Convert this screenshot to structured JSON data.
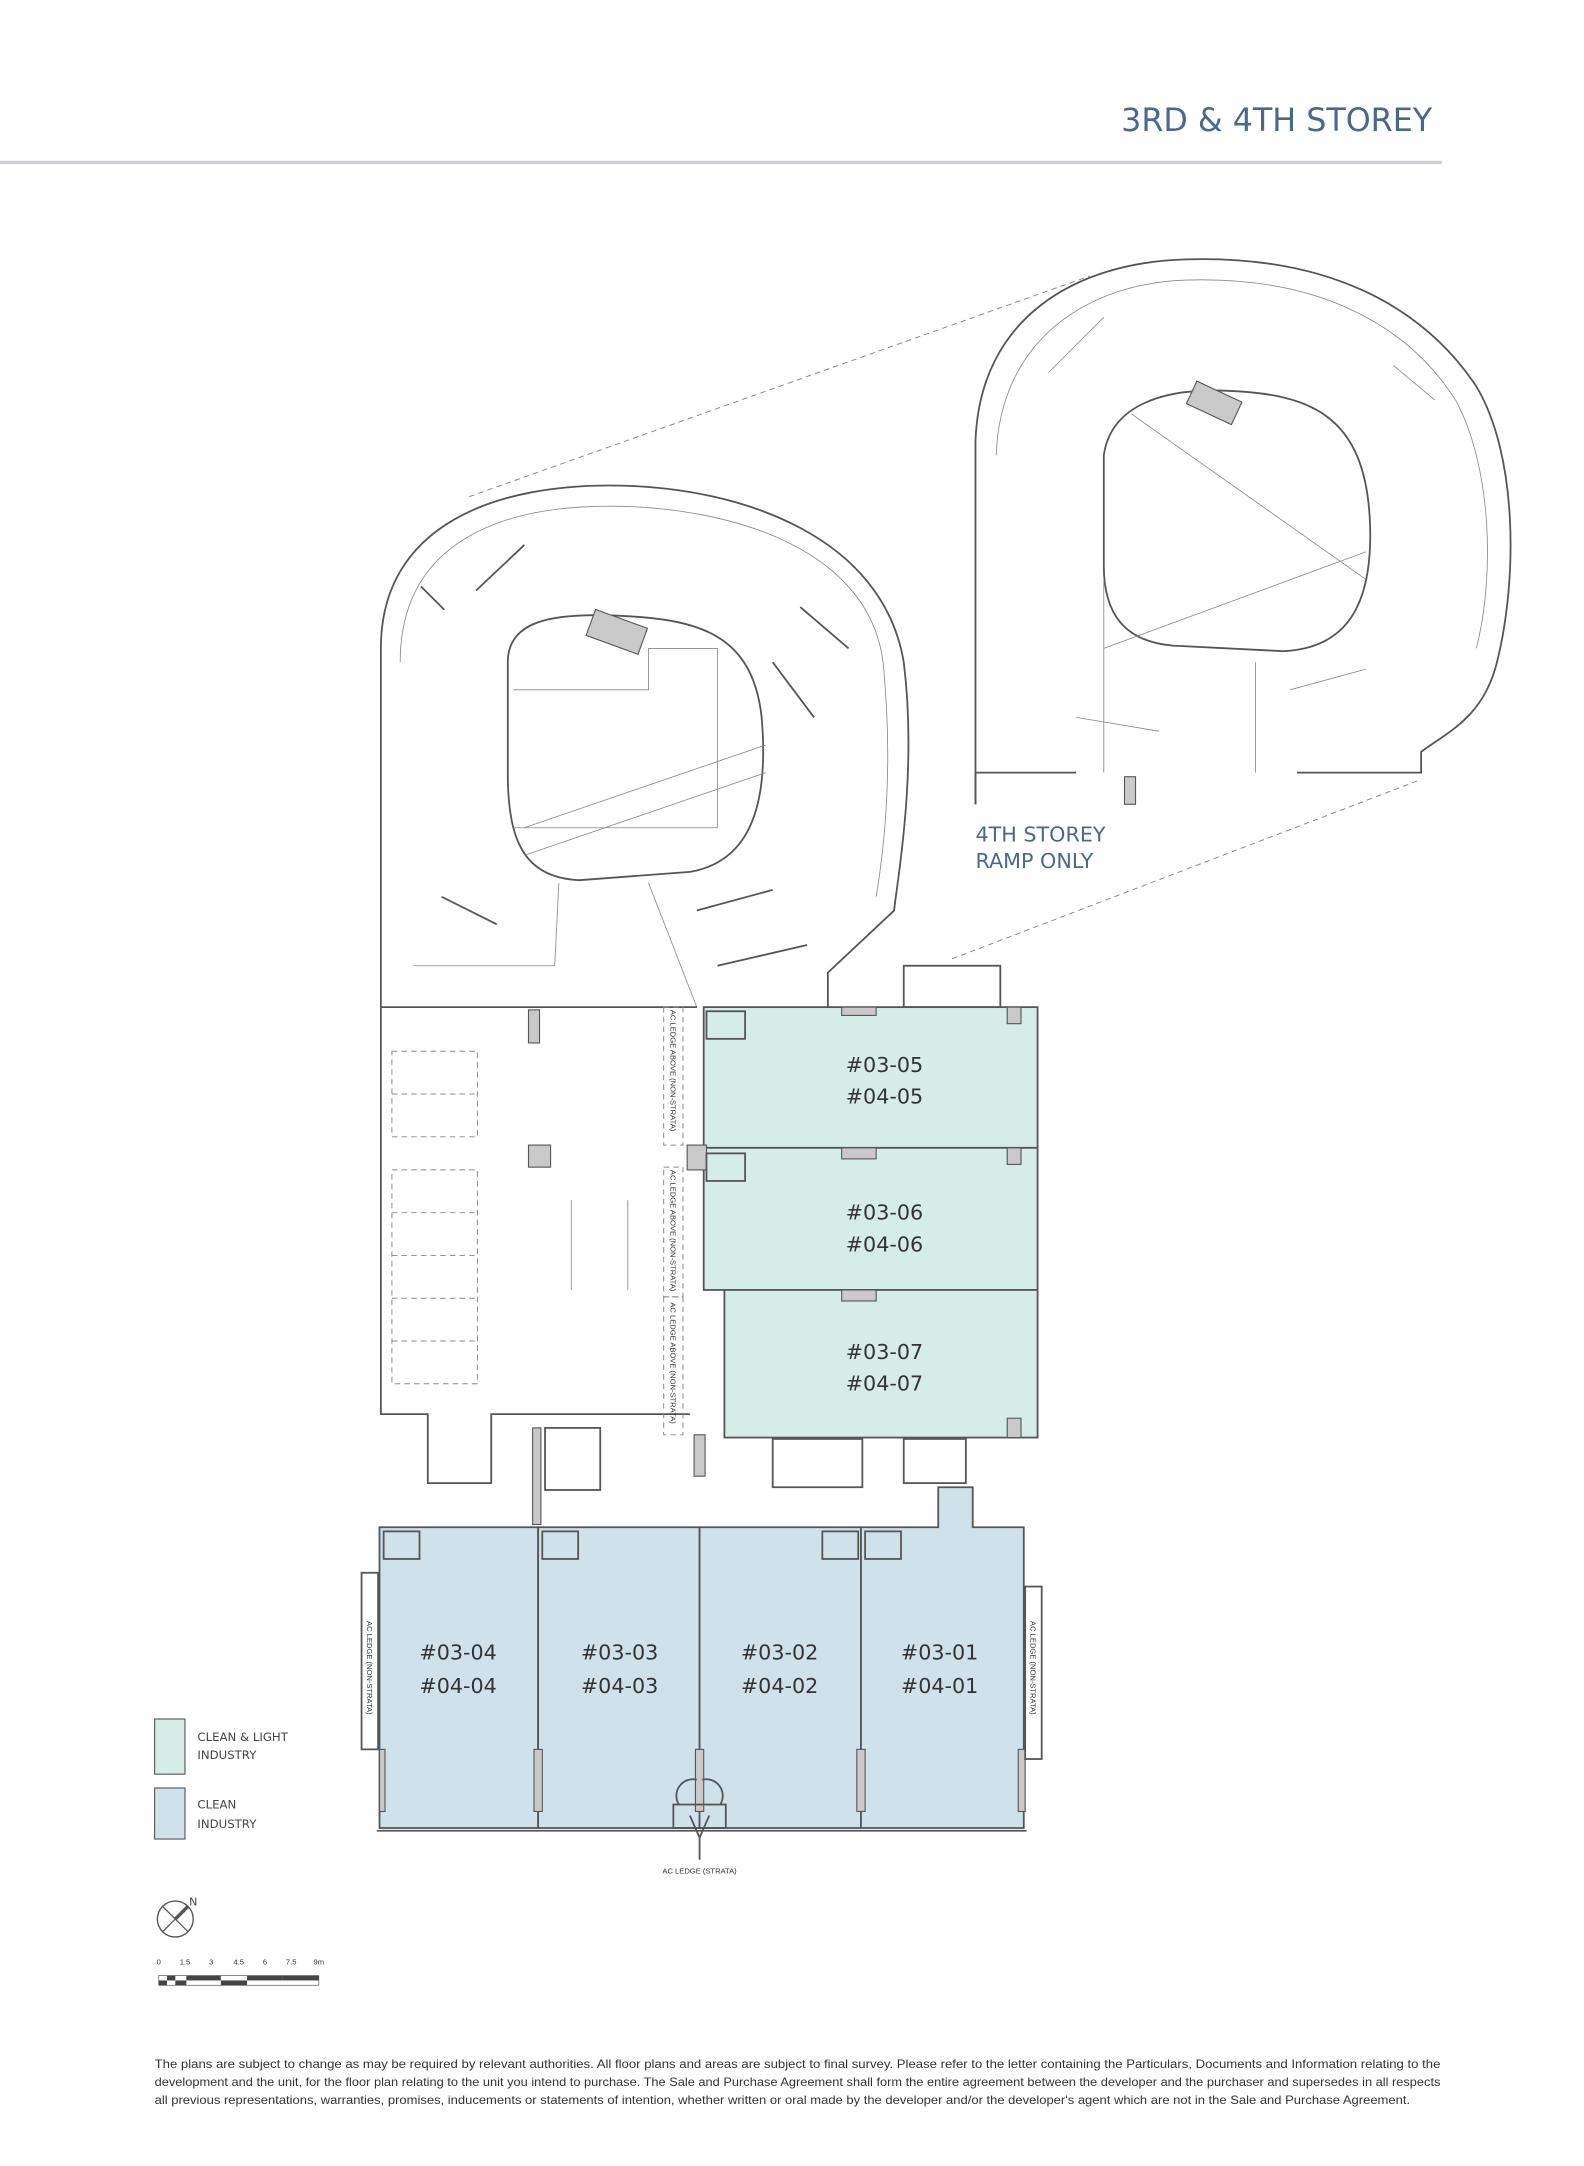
{
  "header": {
    "title": "3RD & 4TH STOREY"
  },
  "inset": {
    "label_line1": "4TH STOREY",
    "label_line2": "RAMP ONLY"
  },
  "units_green": [
    {
      "top": "#03-05",
      "bottom": "#04-05"
    },
    {
      "top": "#03-06",
      "bottom": "#04-06"
    },
    {
      "top": "#03-07",
      "bottom": "#04-07"
    }
  ],
  "units_blue": [
    {
      "top": "#03-04",
      "bottom": "#04-04"
    },
    {
      "top": "#03-03",
      "bottom": "#04-03"
    },
    {
      "top": "#03-02",
      "bottom": "#04-02"
    },
    {
      "top": "#03-01",
      "bottom": "#04-01"
    }
  ],
  "annotations": {
    "ac_ledge_above": "AC LEDGE ABOVE (NON-STRATA)",
    "ac_ledge_non_strata": "AC LEDGE (NON-STRATA)",
    "ac_ledge_strata": "AC LEDGE (STRATA)"
  },
  "legend": [
    {
      "label_line1": "CLEAN & LIGHT",
      "label_line2": "INDUSTRY",
      "color": "#d6ece6"
    },
    {
      "label_line1": "CLEAN",
      "label_line2": "INDUSTRY",
      "color": "#cfe2ec"
    }
  ],
  "compass": {
    "label": "N"
  },
  "scale_bar": {
    "ticks": [
      "0",
      "1.5",
      "3",
      "4.5",
      "6",
      "7.5",
      "9m"
    ]
  },
  "disclaimer": [
    "The plans are subject to change as may be required by relevant authorities. All floor plans and areas are subject to final survey. Please refer to the letter containing the Particulars, Documents and Information relating to the",
    "development and the unit, for the floor plan relating to the unit you intend to purchase. The Sale and Purchase Agreement shall form the entire agreement between the developer and the purchaser and supersedes in all respects",
    "all previous representations, warranties, promises, inducements or statements of intention, whether written or oral made by the developer and/or the developer's agent which are not in the Sale and Purchase Agreement."
  ]
}
